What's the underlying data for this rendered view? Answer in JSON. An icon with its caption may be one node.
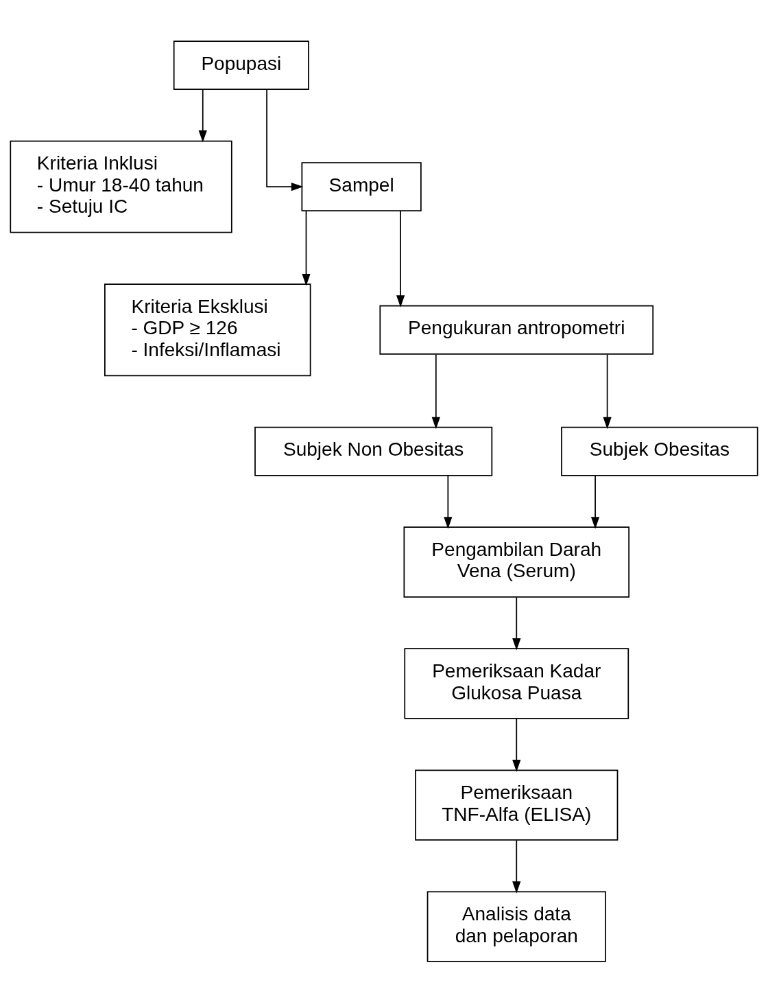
{
  "diagram": {
    "nodes": [
      {
        "text": [
          "Popupasi"
        ]
      },
      {
        "text": [
          "Kriteria Inklusi",
          "- Umur 18-40 tahun",
          "- Setuju IC"
        ]
      },
      {
        "text": [
          "Sampel"
        ]
      },
      {
        "text": [
          "Kriteria Eksklusi",
          "- GDP ≥ 126",
          "- Infeksi/Inflamasi"
        ]
      },
      {
        "text": [
          "Pengukuran antropometri"
        ]
      },
      {
        "text": [
          "Subjek Non Obesitas"
        ]
      },
      {
        "text": [
          "Subjek Obesitas"
        ]
      },
      {
        "text": [
          "Pengambilan Darah Vena (Serum)"
        ]
      },
      {
        "text": [
          "Pemeriksaan Kadar Glukosa Puasa"
        ]
      },
      {
        "text": [
          "Pemeriksaan TNF-Alfa (ELISA)"
        ]
      },
      {
        "text": [
          "Analisis data dan pelaporan"
        ]
      }
    ],
    "edges": [
      {
        "from": 0,
        "to": 1,
        "arrow": "to"
      },
      {
        "from": 0,
        "to": 2,
        "arrow": "to"
      },
      {
        "from": 2,
        "to": 3,
        "arrow": "to"
      },
      {
        "from": 2,
        "to": 4,
        "arrow": "to"
      },
      {
        "from": 4,
        "to": 5,
        "arrow": "to"
      },
      {
        "from": 4,
        "to": 6,
        "arrow": "to"
      },
      {
        "from": 5,
        "to": 7,
        "arrow": "to"
      },
      {
        "from": 6,
        "to": 7,
        "arrow": "to"
      },
      {
        "from": 7,
        "to": 8,
        "arrow": "to"
      },
      {
        "from": 8,
        "to": 9,
        "arrow": "to"
      },
      {
        "from": 9,
        "to": 10,
        "arrow": "to"
      }
    ]
  }
}
